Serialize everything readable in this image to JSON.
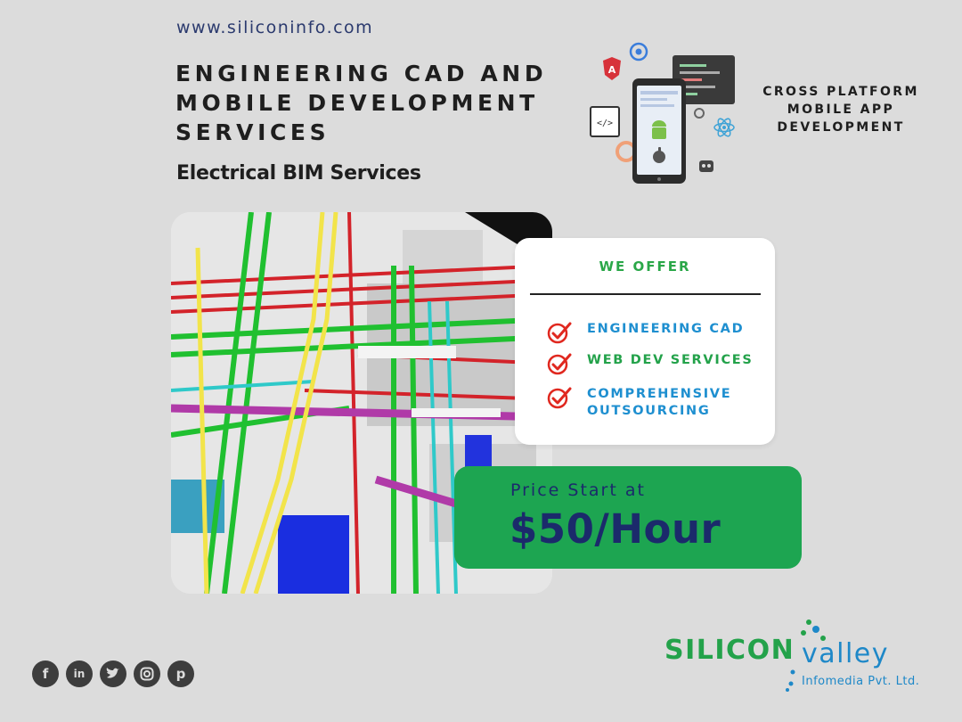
{
  "header": {
    "website": "www.siliconinfo.com",
    "title_lines": [
      "ENGINEERING CAD AND",
      "MOBILE DEVELOPMENT",
      "SERVICES"
    ],
    "subtitle": "Electrical BIM Services"
  },
  "cross_platform": {
    "lines": [
      "CROSS PLATFORM",
      "MOBILE APP",
      "DEVELOPMENT"
    ],
    "icons": [
      "angular-icon",
      "ionic-icon",
      "code-window-icon",
      "android-icon",
      "apple-icon",
      "react-icon",
      "gear-icon",
      "robot-icon"
    ]
  },
  "offer": {
    "title": "WE OFFER",
    "items": [
      {
        "label": "ENGINEERING CAD",
        "color": "#1e8fd0"
      },
      {
        "label": "WEB DEV SERVICES",
        "color": "#23a24a"
      },
      {
        "label": "COMPREHENSIVE OUTSOURCING",
        "color": "#1e8fd0"
      }
    ],
    "check_color": "#e0281f"
  },
  "price": {
    "label": "Price Start at",
    "value": "$50/Hour"
  },
  "social": [
    "facebook-icon",
    "linkedin-icon",
    "twitter-icon",
    "instagram-icon",
    "pinterest-icon"
  ],
  "logo": {
    "word1": "SILICON",
    "word2": "valley",
    "tagline": "Infomedia Pvt. Ltd.",
    "green": "#23a24a",
    "blue": "#1e88c8"
  }
}
